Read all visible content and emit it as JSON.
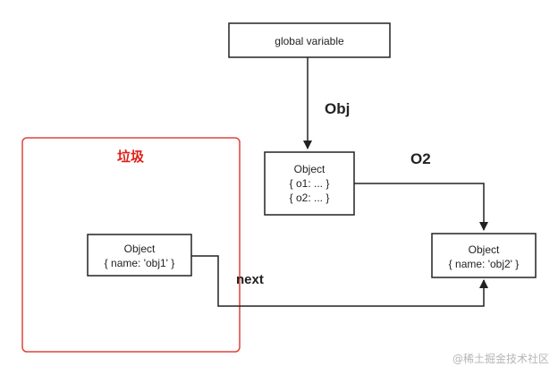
{
  "colors": {
    "garbage_border": "#e0443a",
    "garbage_title": "#e0201a",
    "stroke": "#222222",
    "watermark": "#b5b5b5"
  },
  "nodes": {
    "global": {
      "label": "global variable"
    },
    "obj": {
      "title": "Object",
      "line1": "{ o1: ... }",
      "line2": "{ o2: ... }"
    },
    "obj1": {
      "title": "Object",
      "line1": "{ name: 'obj1' }"
    },
    "obj2": {
      "title": "Object",
      "line1": "{ name: 'obj2' }"
    }
  },
  "edges": {
    "global_to_obj": {
      "label": "Obj"
    },
    "obj_to_obj2": {
      "label": "O2"
    },
    "obj1_to_obj2": {
      "label": "next"
    }
  },
  "garbage_region": {
    "title": "垃圾"
  },
  "watermark": {
    "text": "@稀土掘金技术社区"
  }
}
